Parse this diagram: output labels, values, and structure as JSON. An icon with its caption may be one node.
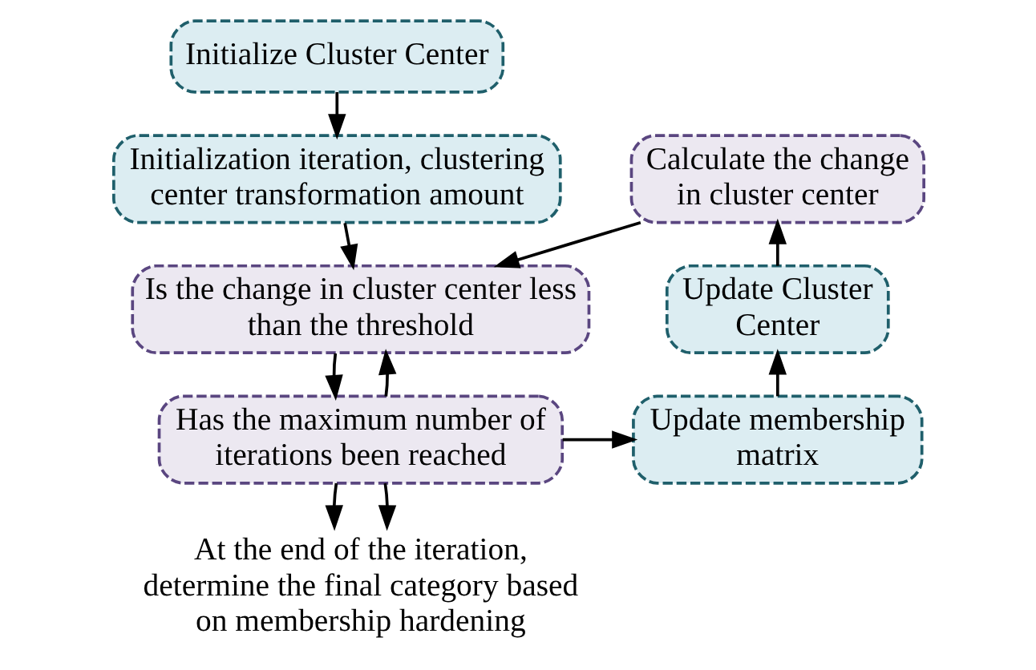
{
  "diagram": {
    "nodes": [
      {
        "text": [
          "Initialize Cluster Center"
        ]
      },
      {
        "text": [
          "Initialization iteration, clustering center transformation amount"
        ]
      },
      {
        "text": [
          "Is the change in cluster center less than the threshold"
        ]
      },
      {
        "text": [
          "Has the maximum number of iterations been reached"
        ]
      },
      {
        "text": [
          "Update membership matrix"
        ]
      },
      {
        "text": [
          "Update Cluster Center"
        ]
      },
      {
        "text": [
          "Calculate the change in cluster center"
        ]
      },
      {
        "text": [
          "At the end of the iteration, determine the final category based on membership hardening"
        ]
      }
    ],
    "edges": [
      {
        "from": 0,
        "to": 1,
        "arrow": "to"
      },
      {
        "from": 1,
        "to": 2,
        "arrow": "to"
      },
      {
        "from": 2,
        "to": 3,
        "arrow": "to"
      },
      {
        "from": 3,
        "to": 2,
        "arrow": "to"
      },
      {
        "from": 3,
        "to": 4,
        "arrow": "to"
      },
      {
        "from": 4,
        "to": 5,
        "arrow": "to"
      },
      {
        "from": 5,
        "to": 6,
        "arrow": "to"
      },
      {
        "from": 6,
        "to": 2,
        "arrow": "to"
      },
      {
        "from": 3,
        "to": 7,
        "arrow": "to"
      },
      {
        "from": 3,
        "to": 7,
        "arrow": "to"
      }
    ]
  }
}
